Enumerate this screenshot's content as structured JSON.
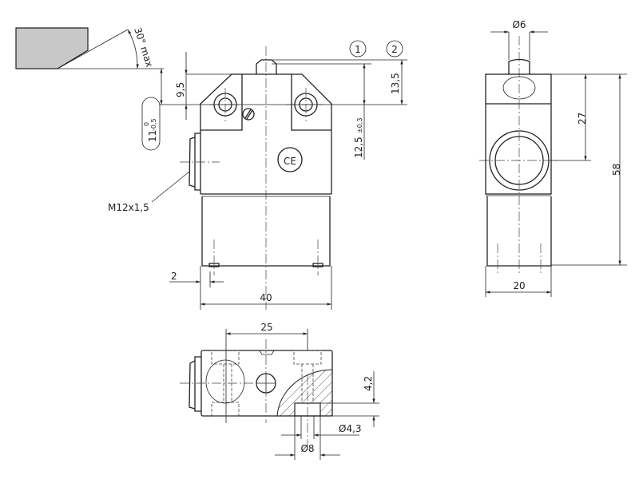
{
  "drawing": {
    "angle_label": "30° max",
    "marker_1": "1",
    "marker_2": "2",
    "ce_mark": "CE",
    "front_view": {
      "dim_9_5": "9,5",
      "dim_13_5": "13,5",
      "dim_11": "11",
      "dim_11_tol_upper": "0",
      "dim_11_tol_lower": "-0,5",
      "dim_12_5": "12,5",
      "dim_12_5_tol": "±0,3",
      "thread_label": "M12x1,5",
      "dim_2": "2",
      "dim_40": "40"
    },
    "side_view": {
      "dim_d6": "Ø6",
      "dim_27": "27",
      "dim_58": "58",
      "dim_20": "20"
    },
    "bottom_view": {
      "dim_25": "25",
      "dim_4_2": "4,2",
      "dim_d4_3": "Ø4,3",
      "dim_d8": "Ø8"
    }
  }
}
